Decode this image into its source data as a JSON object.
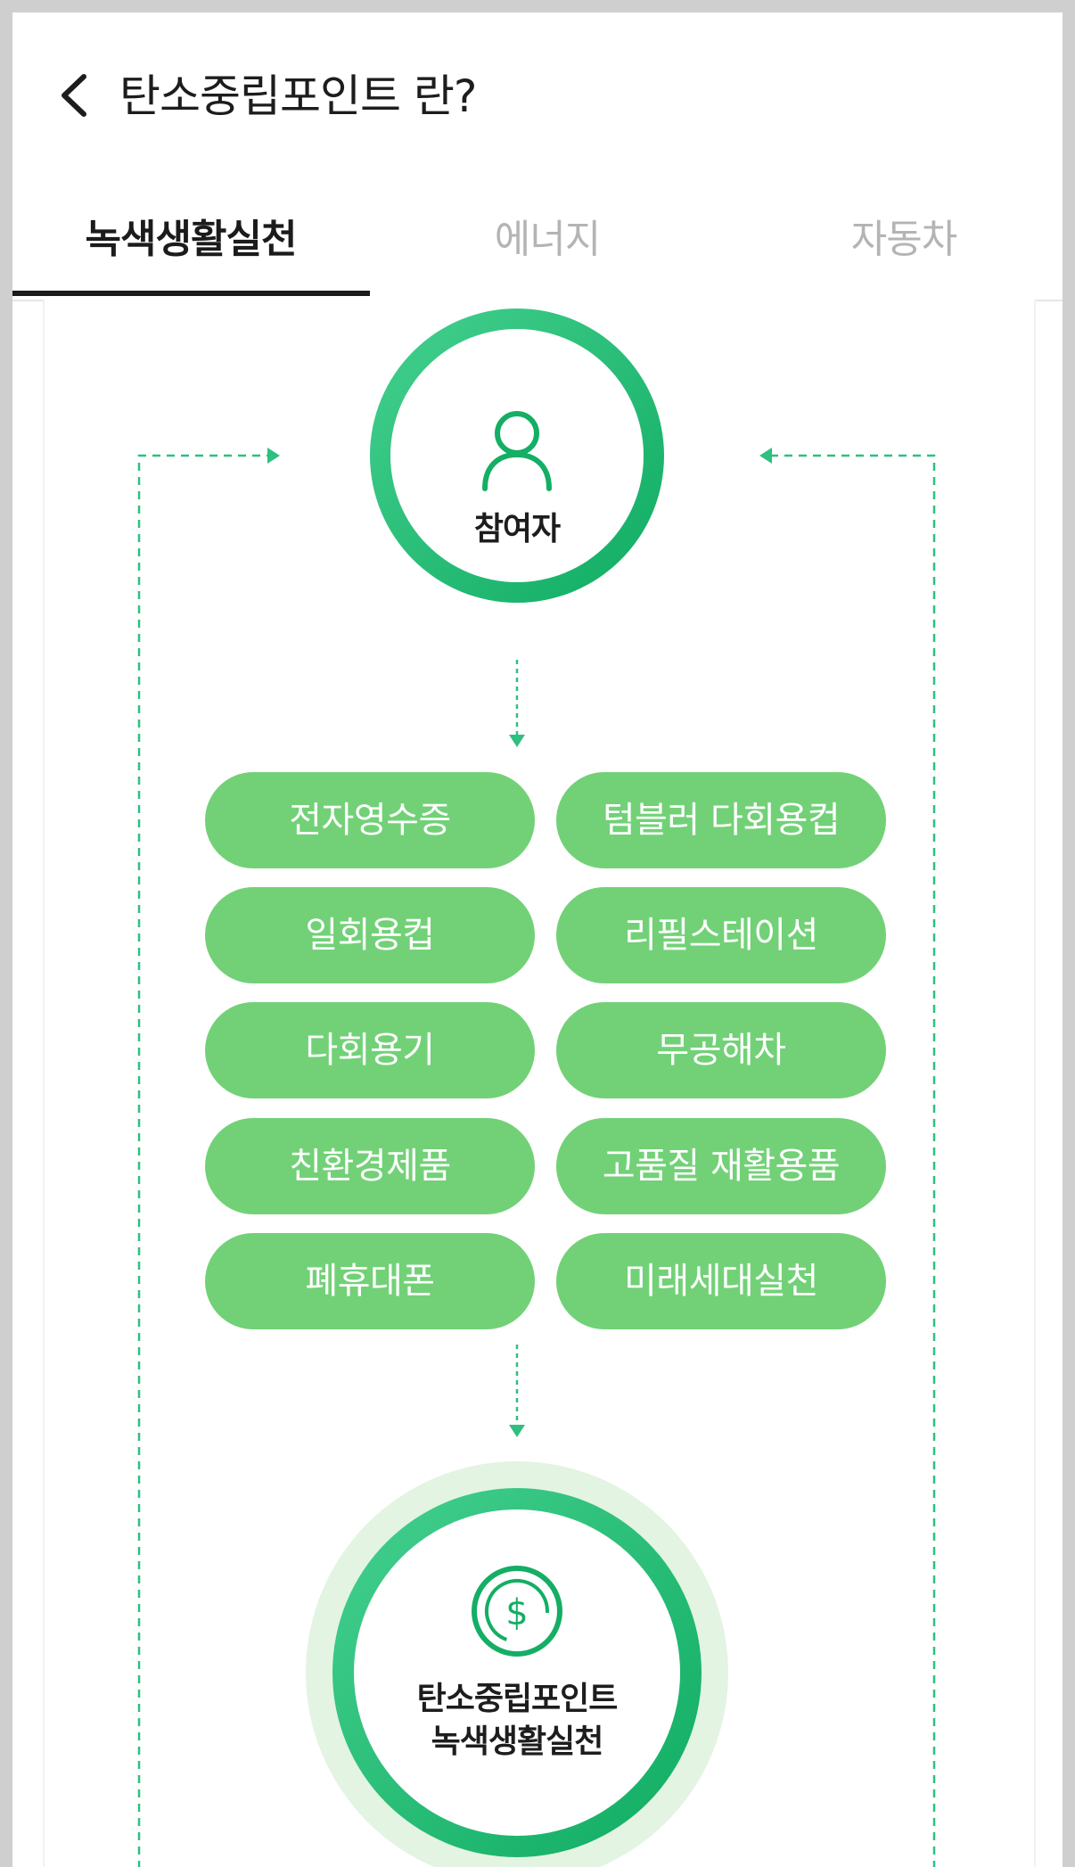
{
  "header": {
    "title": "탄소중립포인트 란?",
    "back_icon": "chevron-left-icon"
  },
  "tabs": [
    {
      "label": "녹색생활실천",
      "active": true
    },
    {
      "label": "에너지",
      "active": false
    },
    {
      "label": "자동차",
      "active": false
    }
  ],
  "participant": {
    "icon": "person-icon",
    "label": "참여자"
  },
  "activities": [
    "전자영수증",
    "텀블러 다회용컵",
    "일회용컵",
    "리필스테이션",
    "다회용기",
    "무공해차",
    "친환경제품",
    "고품질 재활용품",
    "폐휴대폰",
    "미래세대실천"
  ],
  "points": {
    "icon": "dollar-coin-icon",
    "line1": "탄소중립포인트",
    "line2": "녹색생활실천"
  },
  "colors": {
    "accent": "#1cb36a",
    "pill": "#72d177",
    "dashed": "#2ec080",
    "halo": "#e3f4e2"
  }
}
